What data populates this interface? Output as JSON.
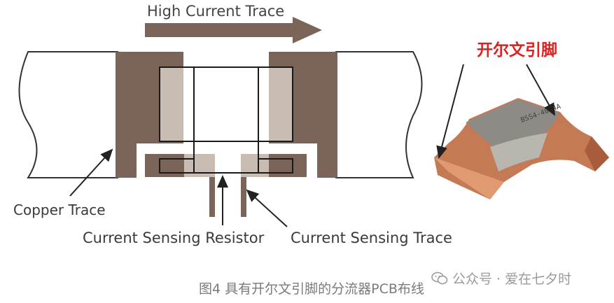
{
  "labels": {
    "high_current_trace": "High Current Trace",
    "copper_trace": "Copper Trace",
    "current_sensing_resistor": "Current Sensing Resistor",
    "current_sensing_trace": "Current Sensing Trace",
    "kelvin_leads": "开尔文引脚"
  },
  "caption": "图4 具有开尔文引脚的分流器PCB布线",
  "watermark": "公众号 · 爱在七夕时",
  "colors": {
    "copper_pad": "#7a6558",
    "copper_light": "#c9bcb2",
    "outline": "#222222",
    "arrow": "#7a6558",
    "kelvin_text": "#e02020"
  }
}
